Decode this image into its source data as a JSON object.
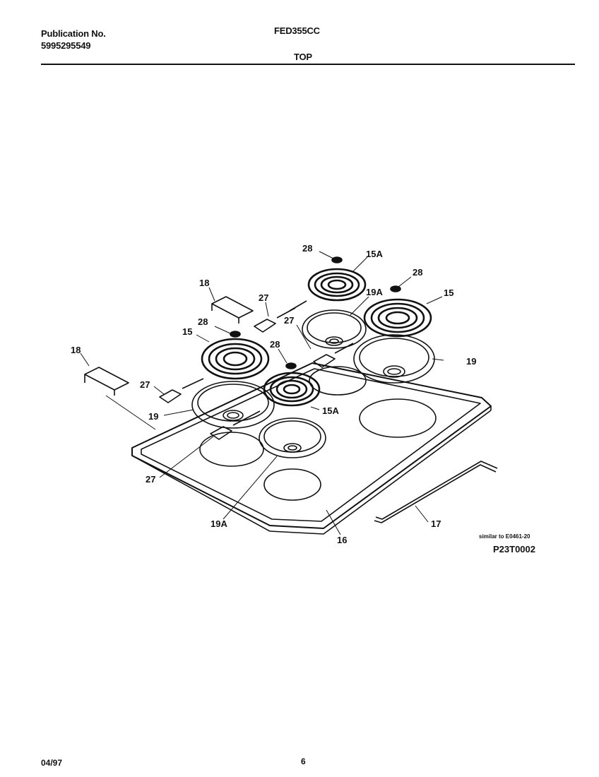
{
  "header": {
    "publication_label": "Publication No.",
    "publication_number": "5995295549",
    "model": "FED355CC",
    "section": "TOP"
  },
  "callouts": {
    "c28_top": "28",
    "c15a_top": "15A",
    "c28_right": "28",
    "c15_right": "15",
    "c18_upper": "18",
    "c27_upper": "27",
    "c19a_upper": "19A",
    "c28_left": "28",
    "c15_left": "15",
    "c27_mid": "27",
    "c18_left": "18",
    "c28_center": "28",
    "c19_right": "19",
    "c27_left": "27",
    "c19_left": "19",
    "c15a_center": "15A",
    "c27_bottom": "27",
    "c19a_bottom": "19A",
    "c16": "16",
    "c17": "17"
  },
  "notes": {
    "similar_to": "similar to E0461-20",
    "ref_code": "P23T0002"
  },
  "footer": {
    "date": "04/97",
    "page": "6"
  }
}
